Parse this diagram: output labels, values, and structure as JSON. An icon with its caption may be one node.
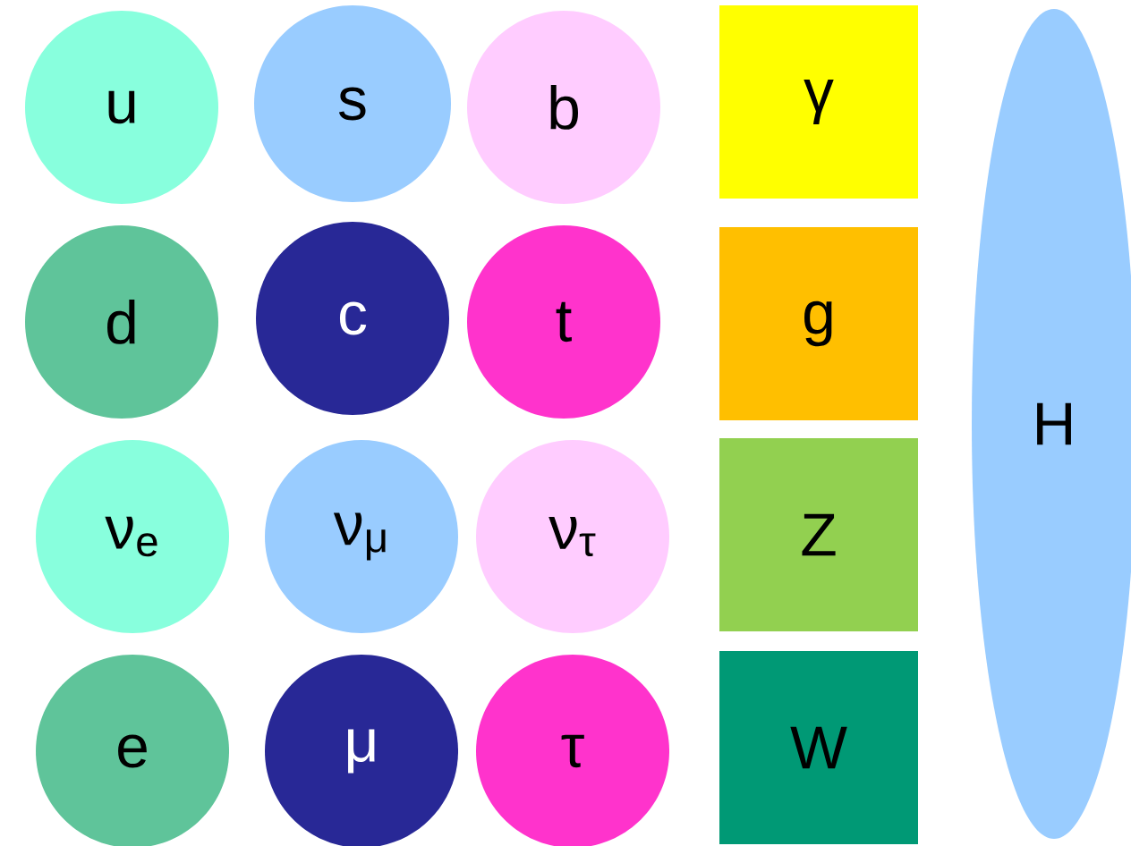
{
  "diagram": {
    "nodes": [
      {
        "text": [
          "u"
        ]
      },
      {
        "text": [
          "s"
        ]
      },
      {
        "text": [
          "b"
        ]
      },
      {
        "text": [
          "γ"
        ]
      },
      {
        "text": [
          "H"
        ]
      },
      {
        "text": [
          "d"
        ]
      },
      {
        "text": [
          "c"
        ]
      },
      {
        "text": [
          "t"
        ]
      },
      {
        "text": [
          "g"
        ]
      },
      {
        "text": [
          "ν$_{e}$"
        ]
      },
      {
        "text": [
          "ν$_{μ}$"
        ]
      },
      {
        "text": [
          "ν$_{τ}$"
        ]
      },
      {
        "text": [
          "Z"
        ]
      },
      {
        "text": [
          "e"
        ]
      },
      {
        "text": [
          "μ"
        ]
      },
      {
        "text": [
          "τ"
        ]
      },
      {
        "text": [
          "W"
        ]
      }
    ]
  }
}
